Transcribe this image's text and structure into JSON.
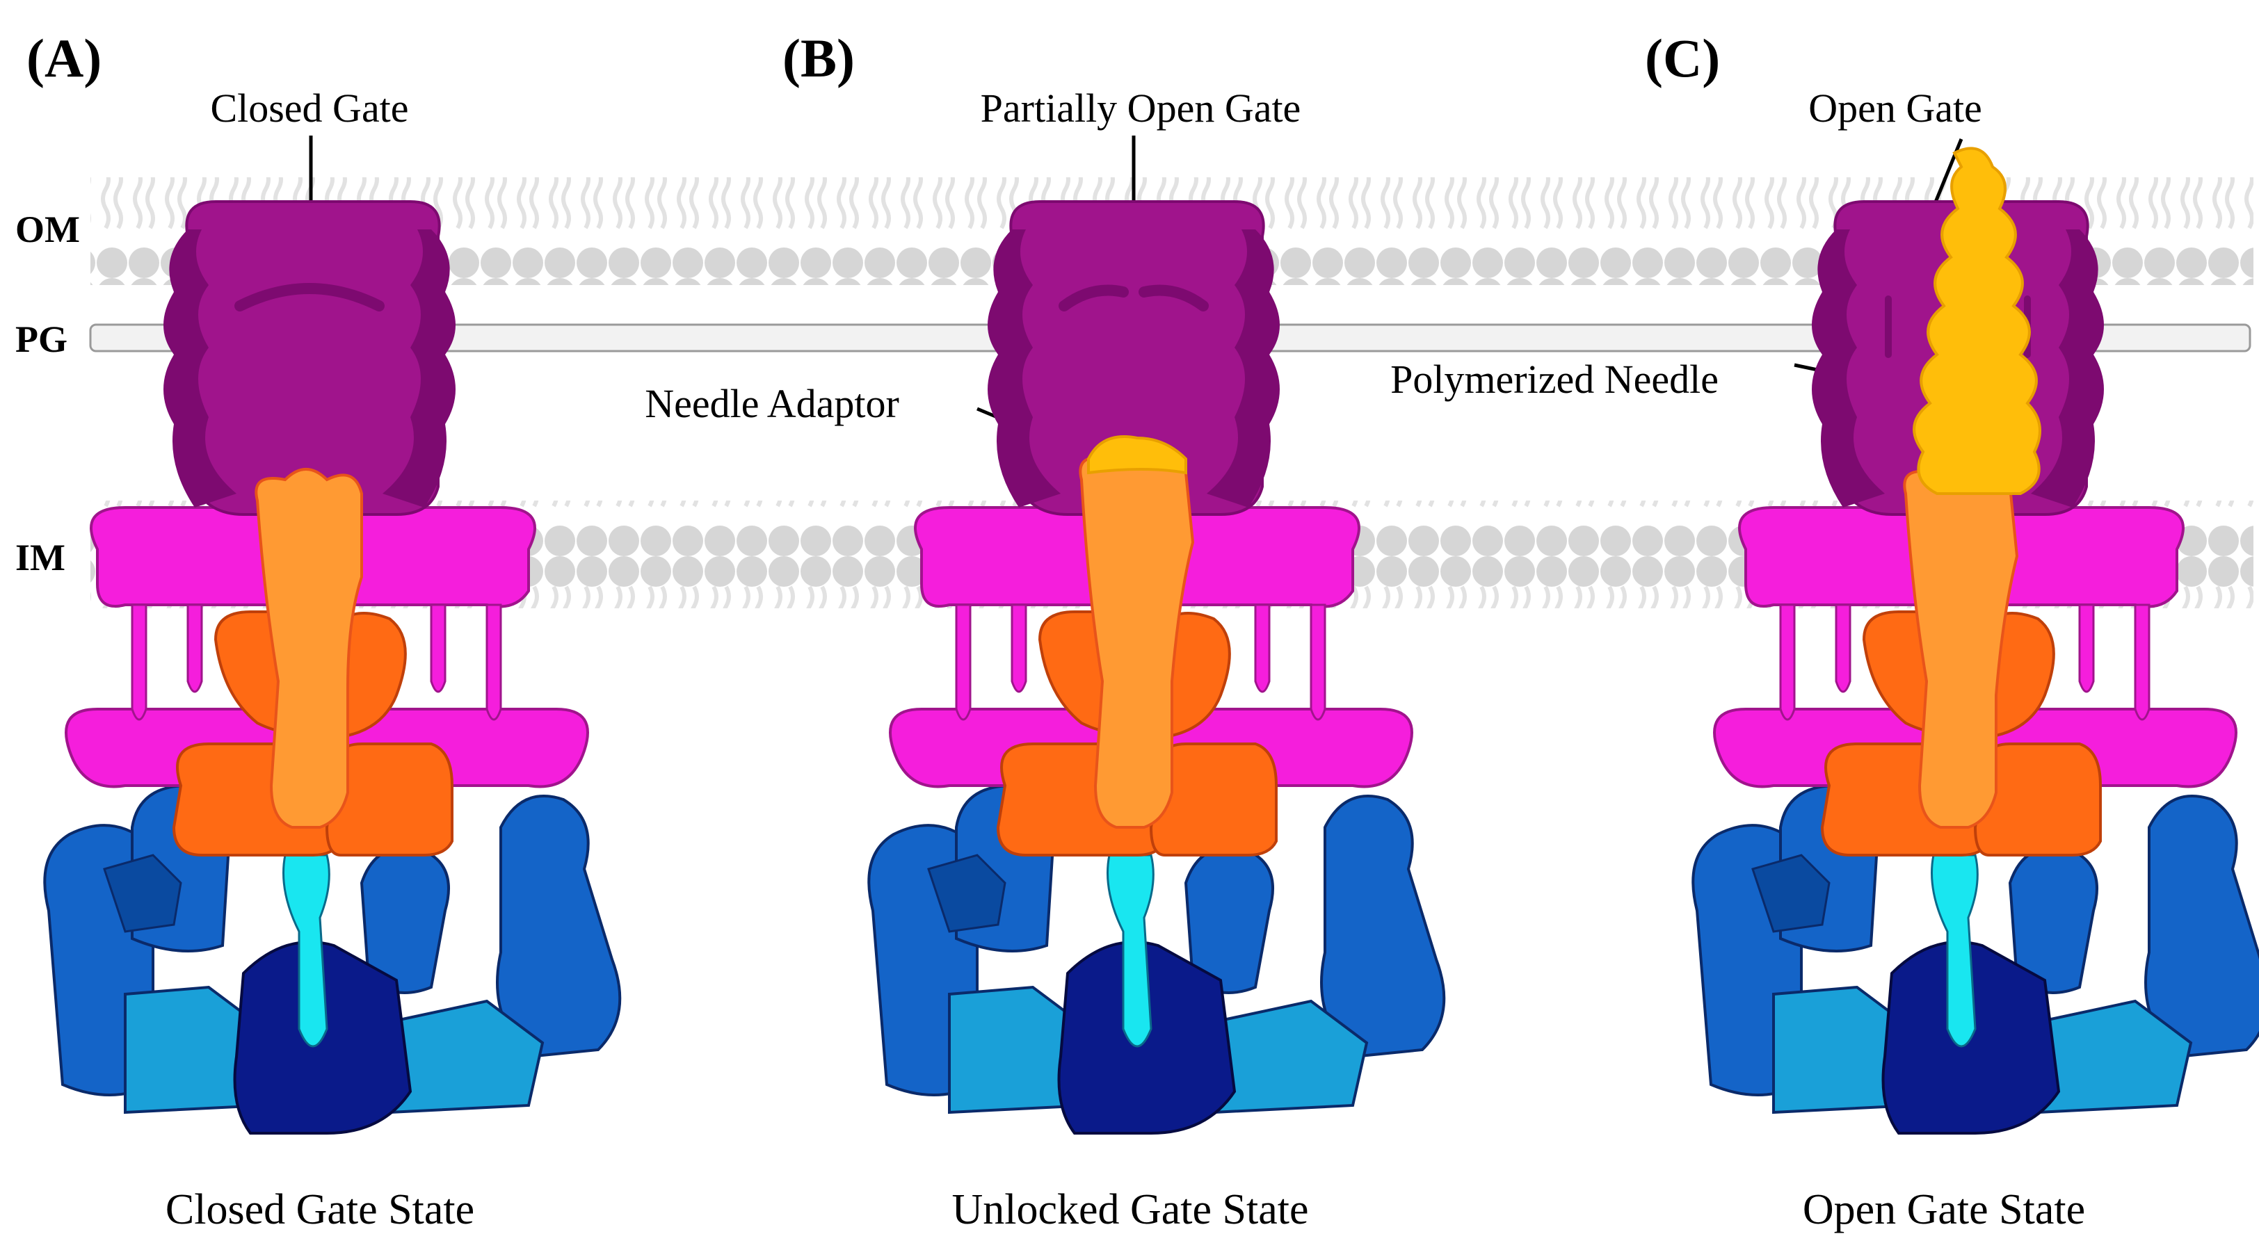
{
  "layers": {
    "om": "OM",
    "pg": "PG",
    "im": "IM"
  },
  "panels": [
    {
      "letter": "(A)",
      "callout_gate": "Closed Gate",
      "state_title": "Closed Gate State"
    },
    {
      "letter": "(B)",
      "callout_gate": "Partially Open Gate",
      "callout_extra": "Needle Adaptor",
      "state_title": "Unlocked Gate State"
    },
    {
      "letter": "(C)",
      "callout_gate": "Open Gate",
      "callout_extra": "Polymerized Needle",
      "state_title": "Open Gate State"
    }
  ],
  "colors": {
    "membrane": "#d9d9d9",
    "membrane_edge": "#c8c8c8",
    "secretin": "#a0148c",
    "secretin_dark": "#7d0a70",
    "inner_ring": "#f51edc",
    "export_apparatus": "#ff9a33",
    "export_apparatus_edge": "#e8541a",
    "basal_orange": "#ff6a14",
    "sorting_blue": "#1464c8",
    "sorting_blue_light": "#1aa0d8",
    "atpase_navy": "#0a1a8a",
    "stalk_cyan": "#19e6f0",
    "needle_yellow": "#ffbe0a",
    "needle_edge": "#e8a000"
  }
}
